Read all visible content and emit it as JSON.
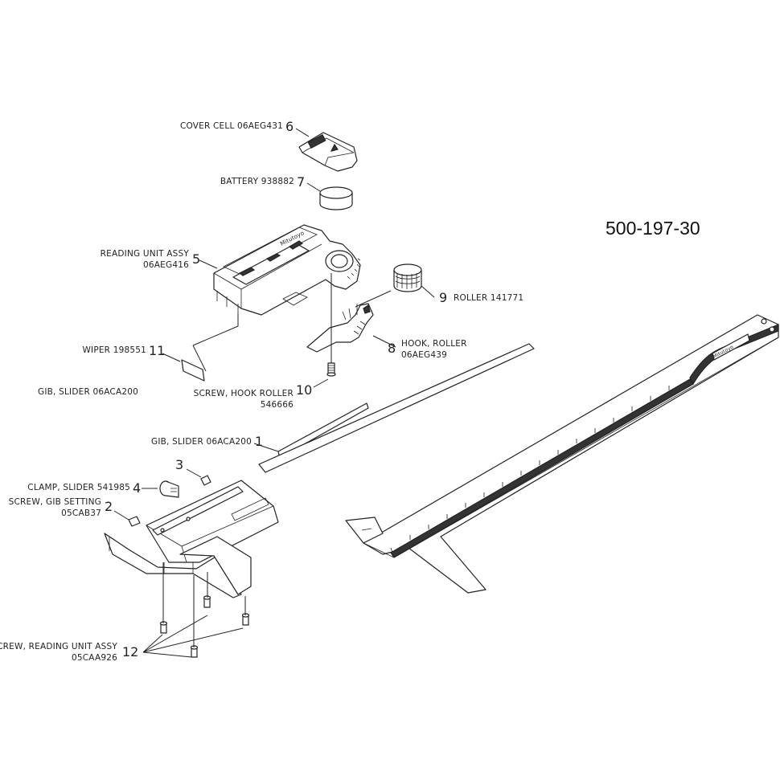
{
  "model_number": "500-197-30",
  "callouts": [
    {
      "id": "6",
      "number": "6",
      "text_lines": [
        "COVER CELL 06AEG431"
      ]
    },
    {
      "id": "7",
      "number": "7",
      "text_lines": [
        "BATTERY 938882"
      ]
    },
    {
      "id": "5",
      "number": "5",
      "text_lines": [
        "READING UNIT ASSY",
        "06AEG416"
      ]
    },
    {
      "id": "9",
      "number": "9",
      "text_lines": [
        "ROLLER 141771"
      ]
    },
    {
      "id": "8",
      "number": "8",
      "text_lines": [
        "HOOK, ROLLER",
        "06AEG439"
      ]
    },
    {
      "id": "11",
      "number": "11",
      "text_lines": [
        "WIPER 198551"
      ]
    },
    {
      "id": "10",
      "number": "10",
      "text_lines": [
        "SCREW, HOOK ROLLER",
        "546666"
      ]
    },
    {
      "id": "gib-left",
      "number": "",
      "text_lines": [
        "GIB, SLIDER 06ACA200"
      ]
    },
    {
      "id": "1",
      "number": "1",
      "text_lines": [
        "GIB, SLIDER 06ACA200"
      ]
    },
    {
      "id": "3",
      "number": "3",
      "text_lines": []
    },
    {
      "id": "4",
      "number": "4",
      "text_lines": [
        "CLAMP, SLIDER 541985"
      ]
    },
    {
      "id": "2",
      "number": "2",
      "text_lines": [
        "SCREW, GIB SETTING",
        "05CAB37"
      ]
    },
    {
      "id": "12",
      "number": "12",
      "text_lines": [
        "SCREW, READING UNIT ASSY",
        "05CAA926"
      ]
    }
  ],
  "product_marks": {
    "brand": "Mitutoyo",
    "cover_text": "Mitutoyo"
  }
}
